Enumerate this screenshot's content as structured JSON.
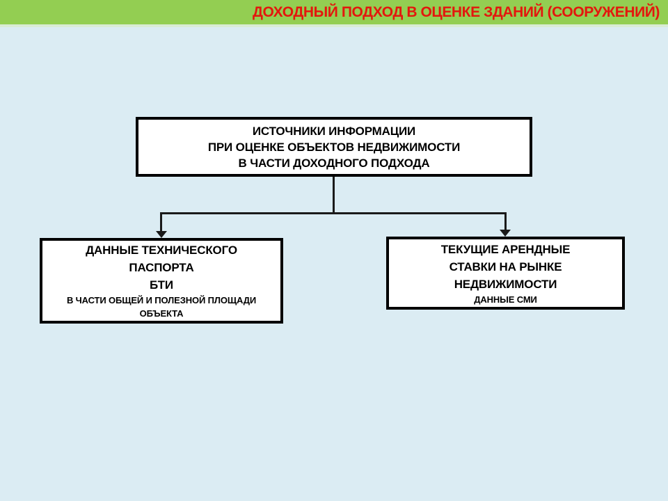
{
  "header": {
    "title": "ДОХОДНЫЙ ПОДХОД В ОЦЕНКЕ ЗДАНИЙ (СООРУЖЕНИЙ)"
  },
  "colors": {
    "header_bg": "#93CE52",
    "header_text": "#E3170D",
    "header_divider": "#D9ECD4",
    "canvas_bg": "#DBECF3",
    "box_bg": "#FFFFFF",
    "box_border": "#000000",
    "connector": "#1A1A1A"
  },
  "diagram": {
    "root_box": {
      "lines": [
        "ИСТОЧНИКИ ИНФОРМАЦИИ",
        "ПРИ ОЦЕНКЕ ОБЪЕКТОВ НЕДВИЖИМОСТИ",
        "В ЧАСТИ ДОХОДНОГО ПОДХОДА"
      ]
    },
    "left_box": {
      "main_lines": [
        "ДАННЫЕ ТЕХНИЧЕСКОГО",
        "ПАСПОРТА",
        "БТИ"
      ],
      "sub_lines": [
        "В ЧАСТИ ОБЩЕЙ И ПОЛЕЗНОЙ ПЛОЩАДИ",
        "ОБЪЕКТА"
      ]
    },
    "right_box": {
      "main_lines": [
        "ТЕКУЩИЕ АРЕНДНЫЕ",
        "СТАВКИ НА РЫНКЕ",
        "НЕДВИЖИМОСТИ"
      ],
      "sub_lines": [
        "ДАННЫЕ СМИ"
      ]
    }
  }
}
